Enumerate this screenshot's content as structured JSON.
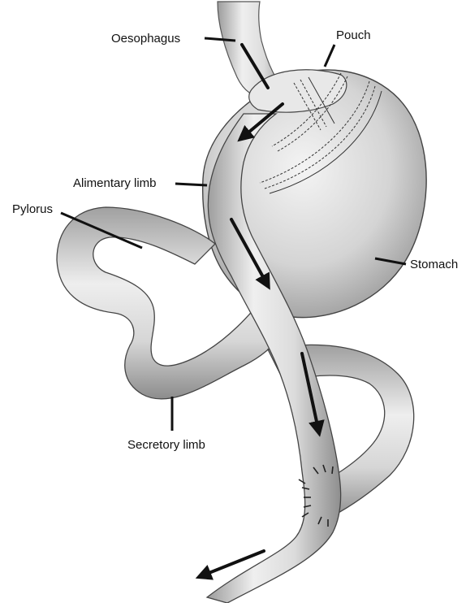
{
  "labels": {
    "oesophagus": "Oesophagus",
    "pouch": "Pouch",
    "alimentary_limb": "Alimentary limb",
    "pylorus": "Pylorus",
    "stomach": "Stomach",
    "secretory_limb": "Secretory limb"
  },
  "colors": {
    "tissue_light": "#f2f2f2",
    "tissue_mid": "#c9c9c9",
    "tissue_dark": "#8a8a8a",
    "outline": "#333333",
    "arrow": "#111111"
  }
}
